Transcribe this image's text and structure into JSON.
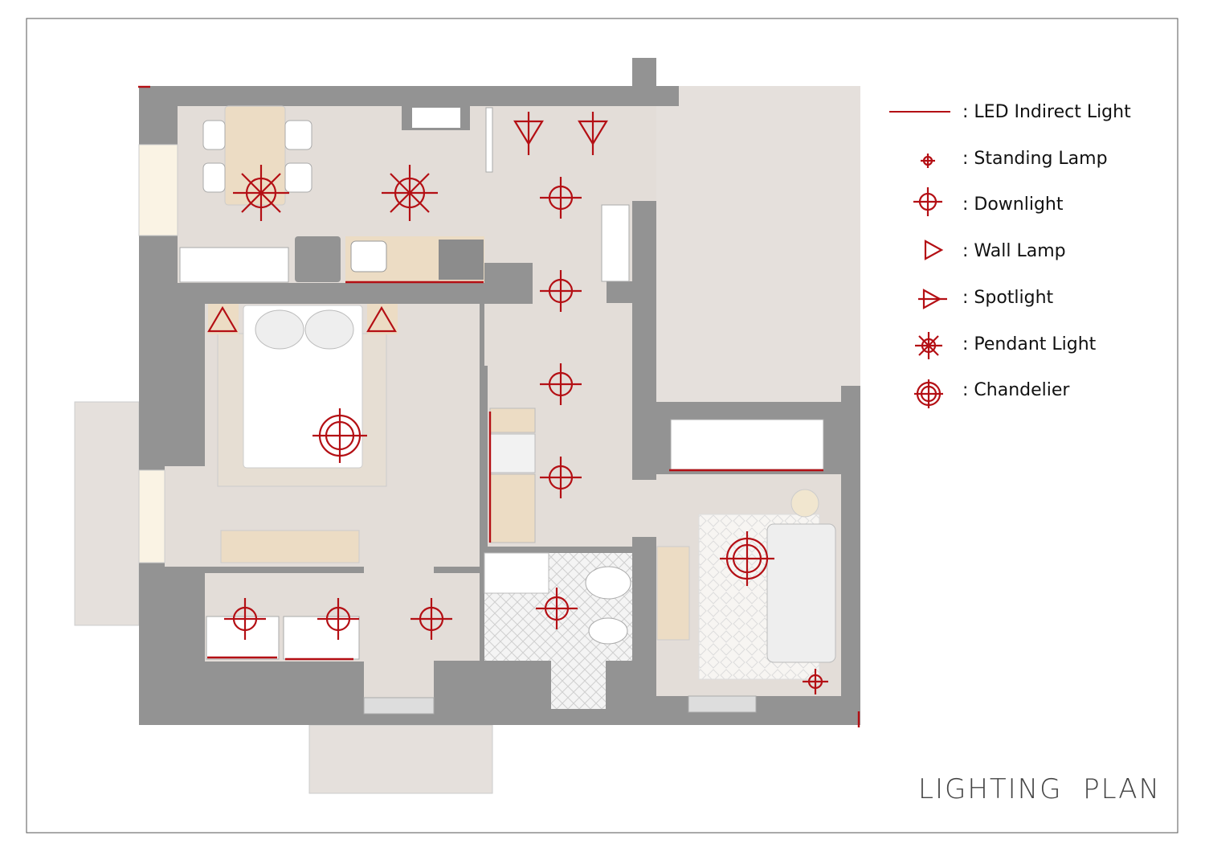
{
  "title": "LIGHTING  PLAN",
  "colors": {
    "wall": "#939393",
    "floor": "#e3ddd8",
    "fixture": "#b40f14",
    "wood": "#ecdcc4"
  },
  "legend": [
    {
      "icon": "led-line-icon",
      "label": ": LED Indirect Light"
    },
    {
      "icon": "standing-lamp-icon",
      "label": ": Standing Lamp"
    },
    {
      "icon": "downlight-icon",
      "label": ": Downlight"
    },
    {
      "icon": "wall-lamp-icon",
      "label": ": Wall Lamp"
    },
    {
      "icon": "spotlight-icon",
      "label": ": Spotlight"
    },
    {
      "icon": "pendant-light-icon",
      "label": ": Pendant Light"
    },
    {
      "icon": "chandelier-icon",
      "label": ": Chandelier"
    }
  ]
}
